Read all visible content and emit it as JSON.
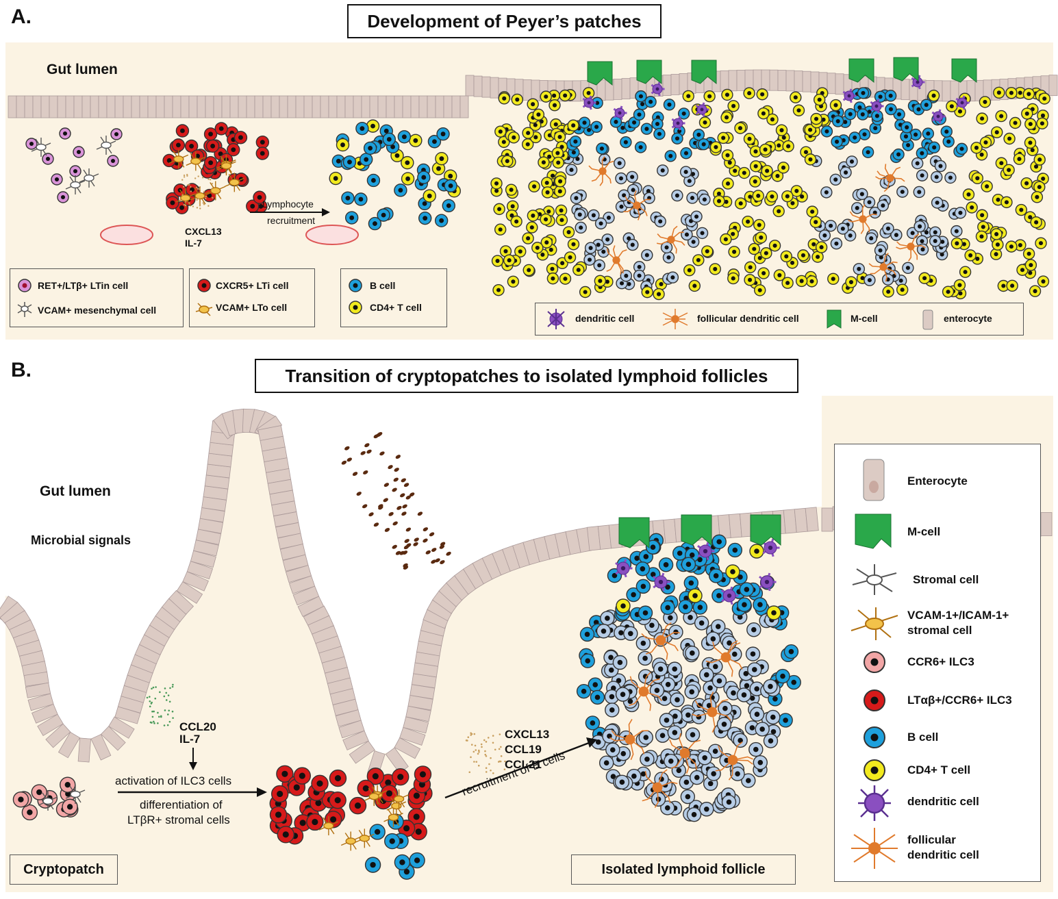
{
  "panel_a": {
    "letter": "A.",
    "title": "Development of Peyer’s patches",
    "gut_lumen": "Gut lumen",
    "signals": [
      "CXCL13",
      "IL-7"
    ],
    "arrow_label": [
      "Lymphocyte",
      "recruitment"
    ],
    "legend1": [
      "RET+/LTβ+ LTin cell",
      "VCAM+ mesenchymal cell"
    ],
    "legend2": [
      "CXCR5+ LTi cell",
      "VCAM+ LTo cell"
    ],
    "legend3": [
      "B cell",
      "CD4+ T cell"
    ],
    "legend4": [
      "dendritic cell",
      "follicular dendritic cell",
      "M-cell",
      "enterocyte"
    ]
  },
  "panel_b": {
    "letter": "B.",
    "title": "Transition of cryptopatches to isolated lymphoid follicles",
    "gut_lumen": "Gut lumen",
    "microbial": "Microbial signals",
    "signals1": [
      "CCL20",
      "IL-7"
    ],
    "signals2": [
      "CXCL13",
      "CCL19",
      "CCL21"
    ],
    "arrow1_top": "activation of ILC3 cells",
    "arrow1_bottom": [
      "differentiation of",
      "LTβR+ stromal cells"
    ],
    "arrow2": "recruitment of B cells",
    "cryptopatch": "Cryptopatch",
    "ilf": "Isolated lymphoid follicle",
    "legend": [
      "Enterocyte",
      "M-cell",
      "Stromal cell",
      "VCAM-1+/ICAM-1+",
      "stromal cell",
      "CCR6+ ILC3",
      "LTαβ+/CCR6+ ILC3",
      "B cell",
      "CD4+ T cell",
      "dendritic cell",
      "follicular",
      "dendritic cell"
    ]
  },
  "colors": {
    "background": "#fbf3e3",
    "enterocyte": "#dccbc4",
    "b_cell": "#1ea0dc",
    "t_cell": "#f2ea1e",
    "ilc3": "#d61a1a",
    "ccr6_ilc3": "#f2a6a6",
    "dendritic": "#8a4fc0",
    "fdc": "#e07a2c",
    "m_cell": "#2aa84a",
    "lti": "#d993d8",
    "pale_b": "#b7cde6"
  }
}
